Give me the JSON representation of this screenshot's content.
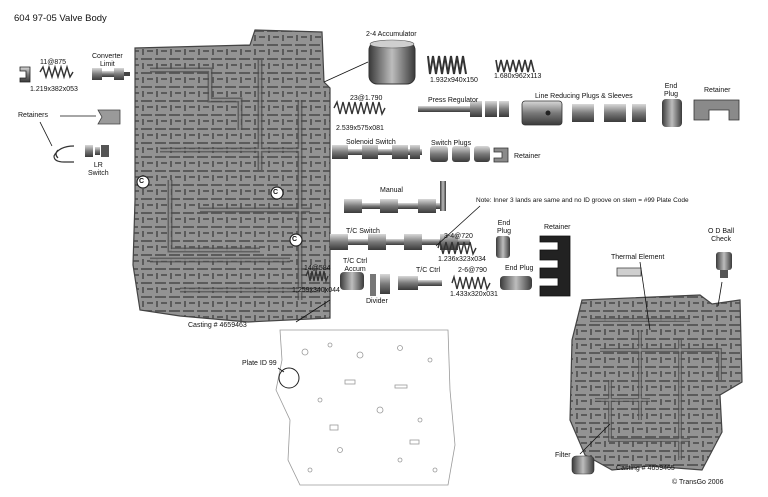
{
  "title": "604 97-05 Valve Body",
  "labels": {
    "spring_11": "11@875",
    "spring_11_spec": "1.219x382x053",
    "converter_limit": "Converter\nLimit",
    "retainers": "Retainers",
    "lr_switch": "LR\nSwitch",
    "accumulator_24": "2-4 Accumulator",
    "spring_a": "1.932x940x150",
    "spring_b": "1.680x962x113",
    "spring_23": "23@1.790",
    "spring_23_spec": "2.539x575x081",
    "press_regulator": "Press Regulator",
    "line_reducing": "Line Reducing Plugs & Sleeves",
    "end_plug_top": "End\nPlug",
    "retainer_top": "Retainer",
    "solenoid_switch": "Solenoid Switch",
    "switch_plugs": "Switch Plugs",
    "retainer_mid": "Retainer",
    "manual": "Manual",
    "note": "Note: Inner 3 lands are same and no ID groove on stem = #99 Plate Code",
    "tc_switch": "T/C Switch",
    "spring_34": "3-4@720",
    "spring_34_spec": "1.236x323x034",
    "end_plug_mid": "End\nPlug",
    "retainer_right": "Retainer",
    "spring_14": "14@584",
    "spring_14_spec": "1.259x340x044",
    "tc_ctrl_accum": "T/C Ctrl\nAccum",
    "divider": "Divider",
    "tc_ctrl": "T/C Ctrl",
    "spring_26": "2-6@790",
    "spring_26_spec": "1.433x320x031",
    "end_plug_bottom": "End Plug",
    "casting_left": "Casting # 4659463",
    "plate_id": "Plate ID 99",
    "thermal_element": "Thermal Element",
    "od_ball_check": "O D Ball\nCheck",
    "filter": "Filter",
    "casting_right": "Casting # 4659465",
    "copyright": "© TransGo 2006",
    "c_mark": "C"
  },
  "colors": {
    "casting": "#8f8f8f",
    "casting_dark": "#5a5a5a",
    "casting_light": "#b8b8b8",
    "parts": "#3c3c3c",
    "plate_line": "#9a9a9a"
  }
}
